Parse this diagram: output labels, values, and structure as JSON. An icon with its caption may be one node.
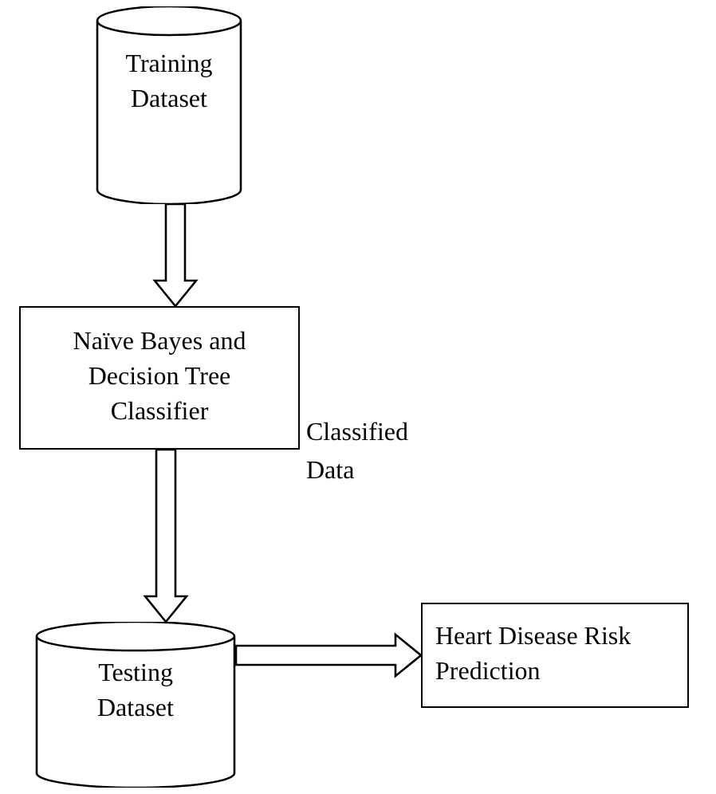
{
  "diagram": {
    "nodes": [
      {
        "text": [
          "Training Dataset"
        ]
      },
      {
        "text": [
          "Naïve Bayes and Decision Tree Classifier"
        ]
      },
      {
        "text": [
          "Testing Dataset"
        ]
      },
      {
        "text": [
          "Heart Disease Risk Prediction"
        ]
      }
    ],
    "edges": [
      {
        "from": 0,
        "to": 1,
        "arrow": "to"
      },
      {
        "from": 1,
        "to": 2,
        "arrow": "to"
      },
      {
        "from": 2,
        "to": 3,
        "arrow": "to"
      }
    ],
    "labels": [
      "Classified Data"
    ]
  }
}
